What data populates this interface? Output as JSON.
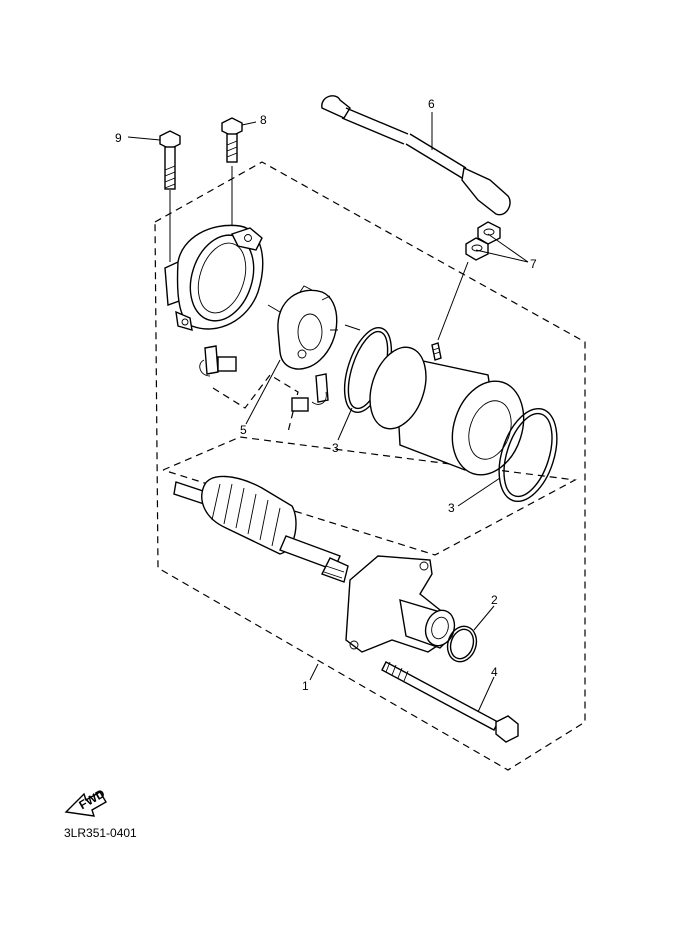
{
  "diagram_code": "3LR351-0401",
  "fwd_label": "FWD",
  "callouts": {
    "c1": "1",
    "c2": "2",
    "c3a": "3",
    "c3b": "3",
    "c4": "4",
    "c5": "5",
    "c6": "6",
    "c7": "7",
    "c8": "8",
    "c9": "9"
  }
}
